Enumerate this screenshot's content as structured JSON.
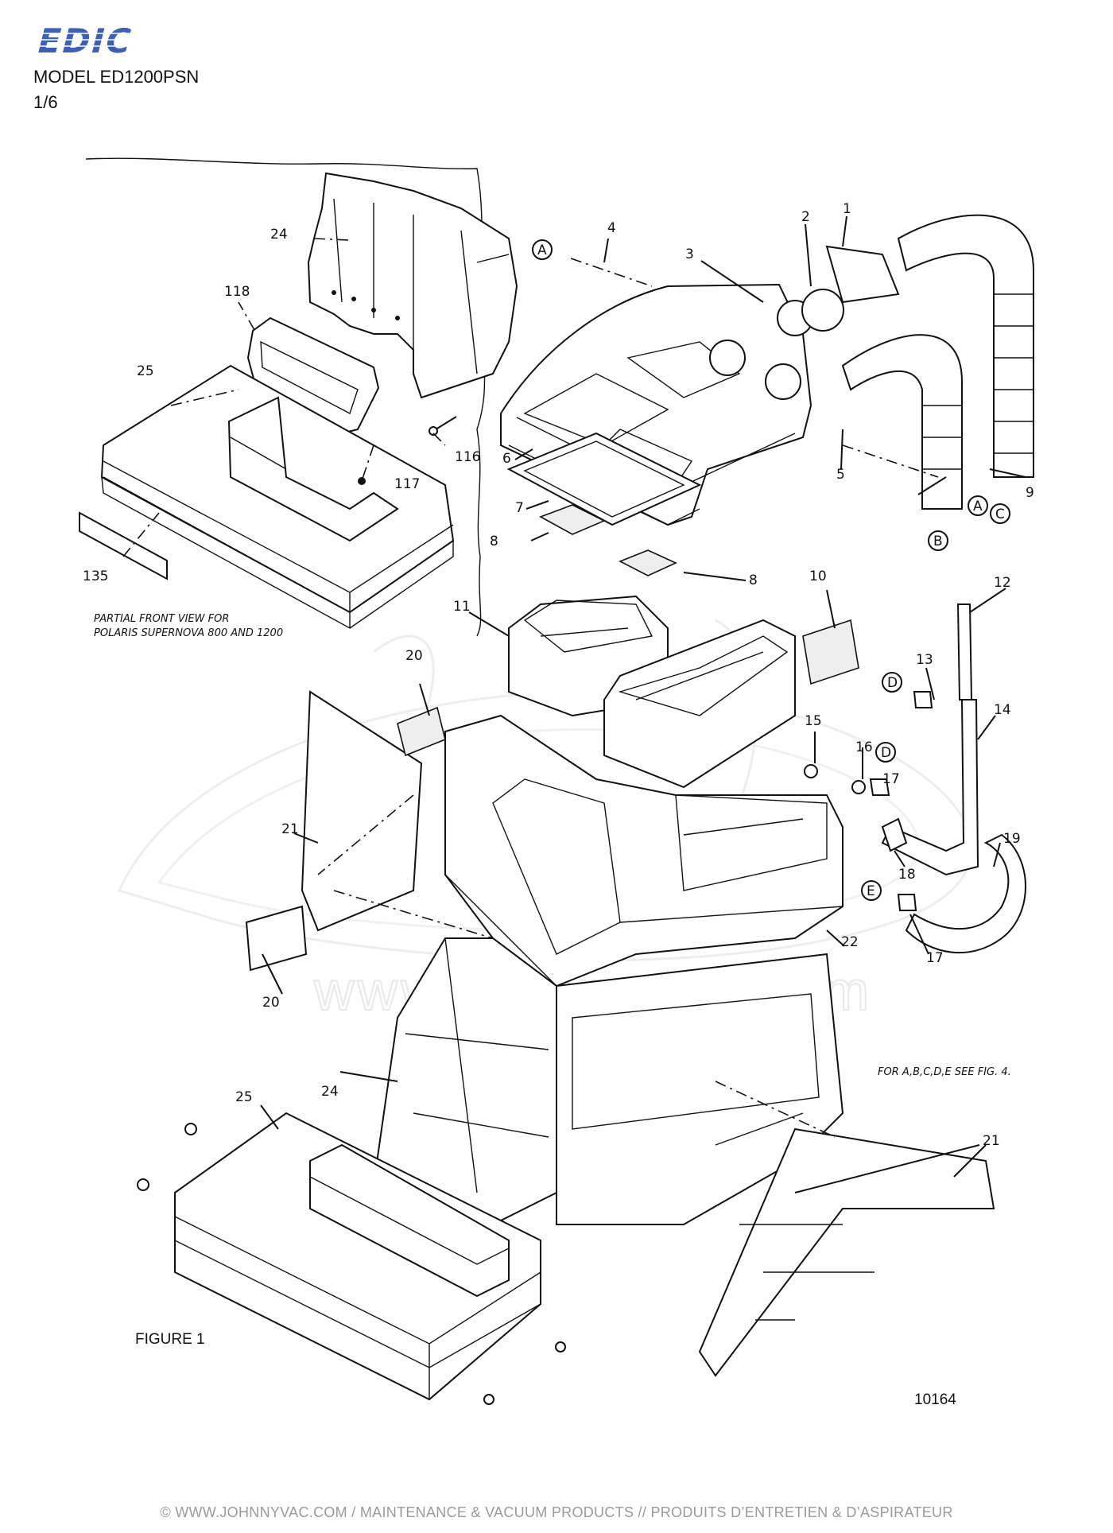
{
  "brand": {
    "logo_text": "EDIC",
    "color": "#3d5fb8"
  },
  "header": {
    "model": "MODEL ED1200PSN",
    "page": "1/6"
  },
  "diagram": {
    "inset_caption_line1": "PARTIAL FRONT VIEW FOR",
    "inset_caption_line2": "POLARIS SUPERNOVA 800 AND 1200",
    "note": "FOR A,B,C,D,E SEE FIG. 4.",
    "figure_label": "FIGURE 1",
    "drawing_number": "10164",
    "callouts": {
      "c1": "1",
      "c2": "2",
      "c3": "3",
      "c4": "4",
      "c5": "5",
      "c6": "6",
      "c7": "7",
      "c8a": "8",
      "c8b": "8",
      "c9": "9",
      "c10": "10",
      "c11": "11",
      "c12": "12",
      "c13": "13",
      "c14": "14",
      "c15": "15",
      "c16": "16",
      "c17a": "17",
      "c17b": "17",
      "c18": "18",
      "c19": "19",
      "c20a": "20",
      "c20b": "20",
      "c21a": "21",
      "c21b": "21",
      "c22": "22",
      "c24a": "24",
      "c24b": "24",
      "c25a": "25",
      "c25b": "25",
      "c116": "116",
      "c117": "117",
      "c118": "118",
      "c135": "135"
    },
    "refs": {
      "ra1": "A",
      "ra2": "A",
      "rb": "B",
      "rc": "C",
      "rd1": "D",
      "rd2": "D",
      "re": "E"
    }
  },
  "watermark": {
    "text": "www.johnnyvac.com"
  },
  "footer": {
    "text": "© WWW.JOHNNYVAC.COM / MAINTENANCE & VACUUM PRODUCTS  //  PRODUITS D’ENTRETIEN & D’ASPIRATEUR"
  }
}
